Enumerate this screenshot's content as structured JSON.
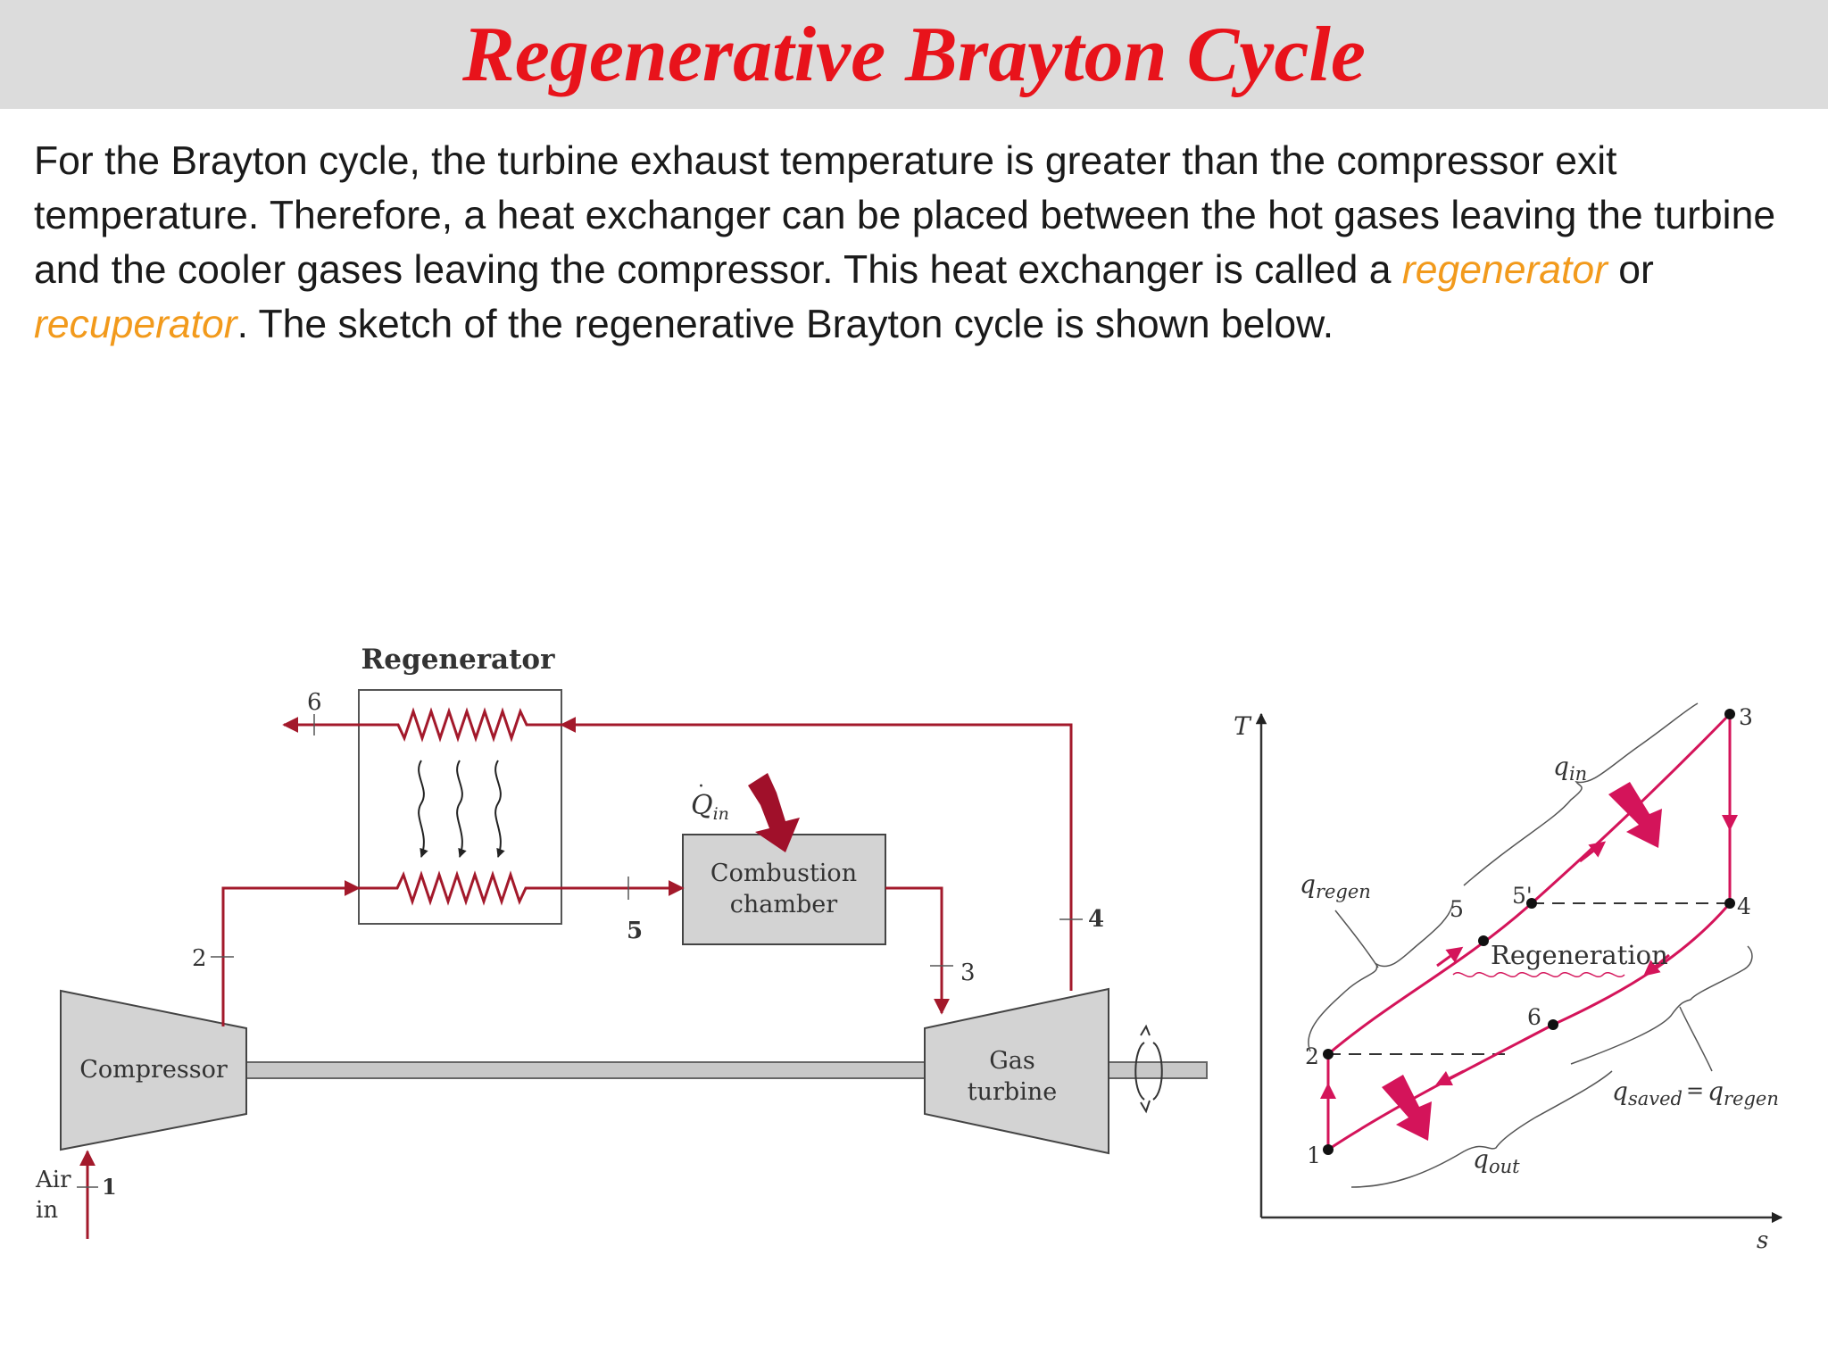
{
  "slide": {
    "title": "Regenerative Brayton Cycle"
  },
  "intro": {
    "part1": "For the Brayton cycle, the turbine exhaust temperature is greater than the compressor exit temperature.  Therefore, a heat exchanger can be placed between the hot gases leaving the turbine and the cooler gases leaving the compressor. This heat exchanger is called a ",
    "term1": "regenerator",
    "part2": " or ",
    "term2": "recuperator",
    "part3": ".  The sketch of the regenerative Brayton cycle is shown below."
  },
  "schematic": {
    "regenerator_label": "Regenerator",
    "combustion_label_line1": "Combustion",
    "combustion_label_line2": "chamber",
    "compressor_label": "Compressor",
    "turbine_label_line1": "Gas",
    "turbine_label_line2": "turbine",
    "air_in_line1": "Air",
    "air_in_line2": "in",
    "heat_in_symbol": "Q",
    "heat_in_subscript": "in",
    "state_labels": [
      "1",
      "2",
      "3",
      "4",
      "5",
      "6"
    ]
  },
  "ts_diagram": {
    "y_axis_label": "T",
    "x_axis_label": "s",
    "state_labels": [
      "1",
      "2",
      "3",
      "4",
      "5",
      "5'",
      "6"
    ],
    "regeneration_label": "Regeneration",
    "q_regen": {
      "symbol": "q",
      "subscript": "regen"
    },
    "q_in": {
      "symbol": "q",
      "subscript": "in"
    },
    "q_out": {
      "symbol": "q",
      "subscript": "out"
    },
    "q_saved_eq": {
      "lhs_symbol": "q",
      "lhs_subscript": "saved",
      "equals": "=",
      "rhs_symbol": "q",
      "rhs_subscript": "regen"
    }
  },
  "colors": {
    "title": "#e8131b",
    "highlight": "#f29a1c",
    "flow_line": "#a3192b",
    "cycle_line": "#d4145a",
    "equipment_fill": "#d3d3d3",
    "heat_arrow": "#a0102a"
  }
}
